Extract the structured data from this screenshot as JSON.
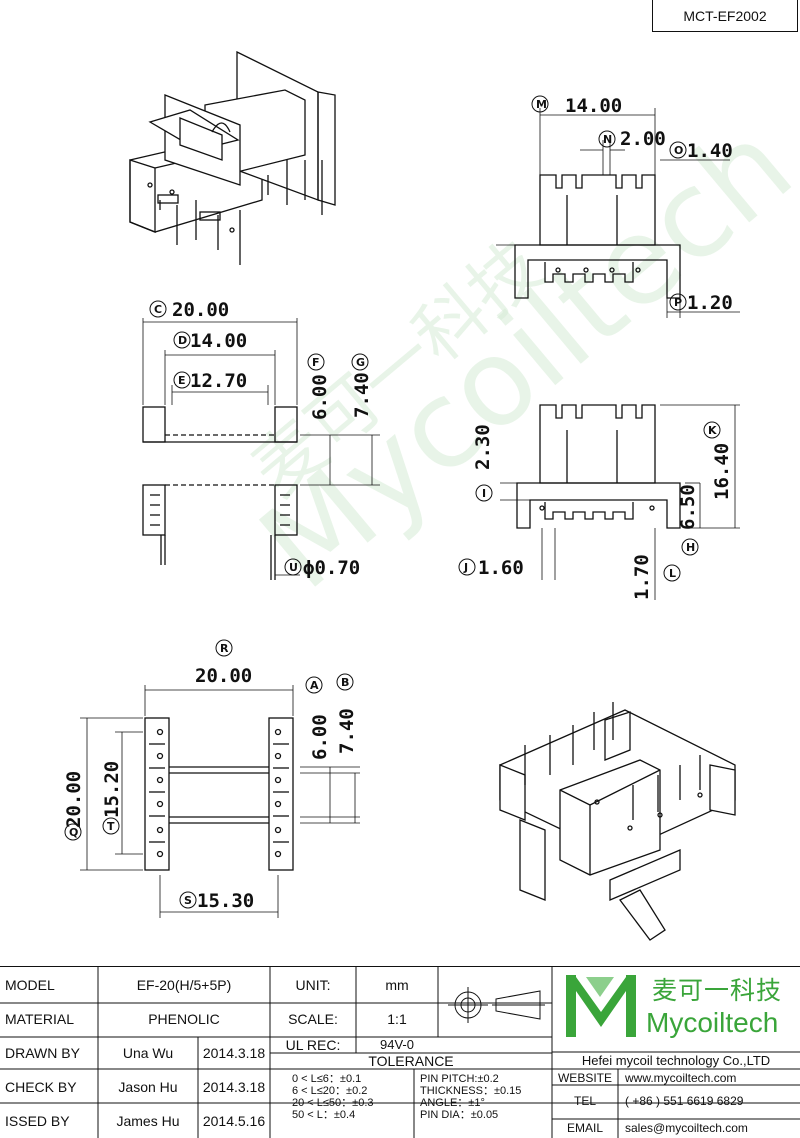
{
  "drawing_no": "MCT-EF2002",
  "dims": {
    "M": "14.00",
    "N": "2.00",
    "O": "1.40",
    "P": "1.20",
    "C": "20.00",
    "D": "14.00",
    "E": "12.70",
    "F": "6.00",
    "G": "7.40",
    "U": "ϕ0.70",
    "I": "2.30",
    "J": "1.60",
    "K": "16.40",
    "H": "6.50",
    "L": "1.70",
    "R": "20.00",
    "A": "6.00",
    "B": "7.40",
    "Q": "20.00",
    "T": "15.20",
    "S": "15.30"
  },
  "letters": {
    "M": "M",
    "N": "N",
    "O": "O",
    "P": "P",
    "C": "C",
    "D": "D",
    "E": "E",
    "F": "F",
    "G": "G",
    "U": "U",
    "I": "I",
    "J": "J",
    "K": "K",
    "H": "H",
    "L": "L",
    "R": "R",
    "A": "A",
    "B": "B",
    "Q": "Q",
    "T": "T",
    "S": "S"
  },
  "title_block": {
    "model_label": "MODEL",
    "model_value": "EF-20(H/5+5P)",
    "material_label": "MATERIAL",
    "material_value": "PHENOLIC",
    "drawn_label": "DRAWN BY",
    "drawn_name": "Una Wu",
    "drawn_date": "2014.3.18",
    "check_label": "CHECK BY",
    "check_name": "Jason Hu",
    "check_date": "2014.3.18",
    "issued_label": "ISSED BY",
    "issued_name": "James Hu",
    "issued_date": "2014.5.16",
    "unit_label": "UNIT:",
    "unit_value": "mm",
    "scale_label": "SCALE:",
    "scale_value": "1:1",
    "ulrec_label": "UL REC:",
    "ulrec_value": "94V-0",
    "tolerance_label": "TOLERANCE",
    "tol_lines": [
      "0 < L≤6：±0.1",
      "6 < L≤20：±0.2",
      "20 < L≤50：±0.3",
      "50 < L：±0.4"
    ],
    "pin_lines": [
      "PIN PITCH:±0.2",
      "THICKNESS：±0.15",
      "ANGLE：±1°",
      "PIN DIA：±0.05"
    ],
    "company": "Hefei mycoil technology Co.,LTD",
    "brand_cn": "麦可一科技",
    "brand_en": "Mycoiltech",
    "website_label": "WEBSITE",
    "website_value": "www.mycoiltech.com",
    "tel_label": "TEL",
    "tel_value": "( +86 ) 551 6619 6829",
    "email_label": "EMAIL",
    "email_value": "sales@mycoiltech.com"
  },
  "colors": {
    "brand_green": "#3aa53a",
    "line": "#111111"
  }
}
